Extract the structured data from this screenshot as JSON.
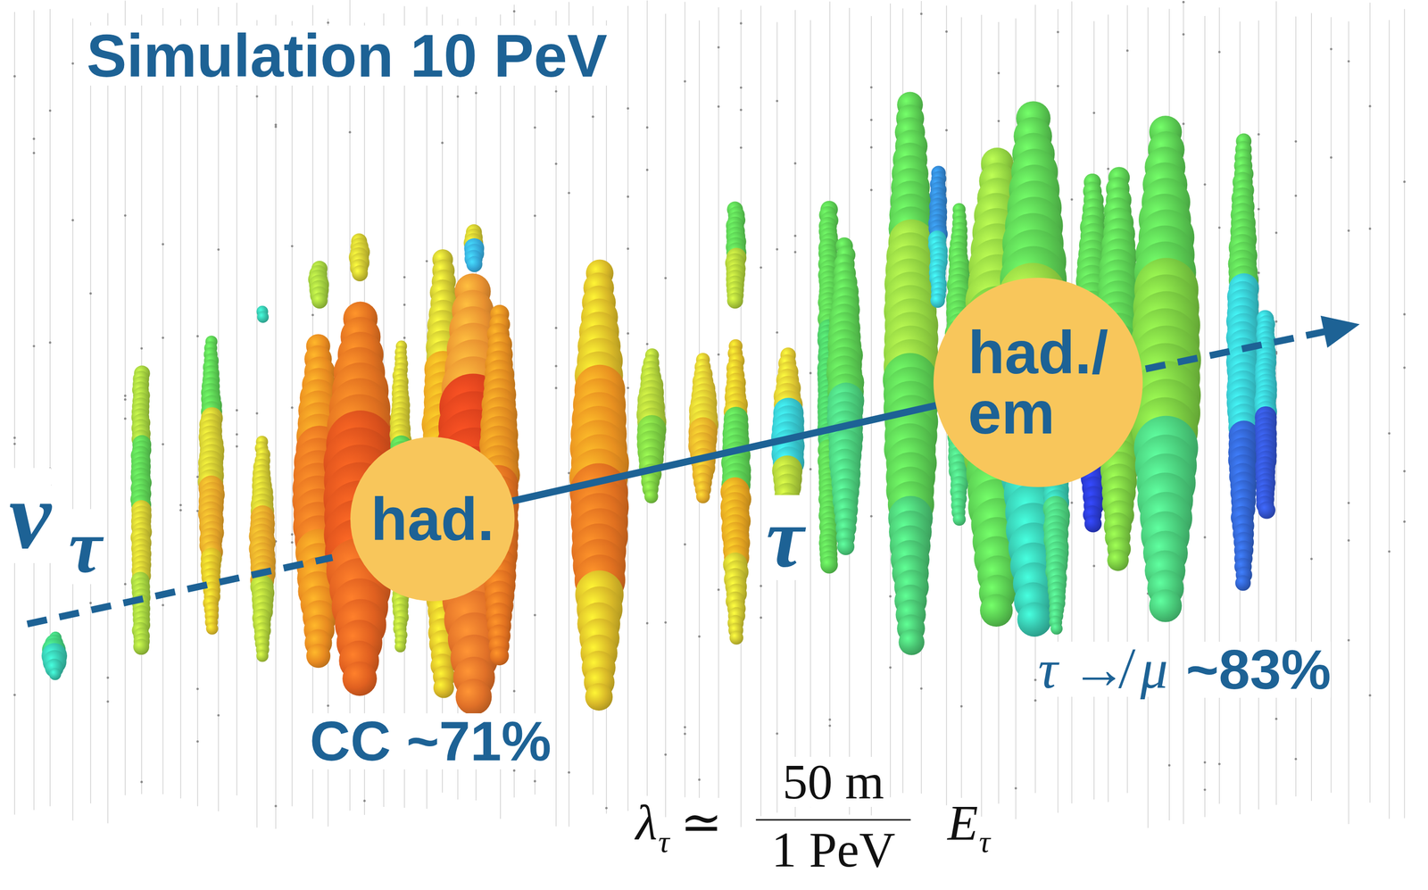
{
  "diagram": {
    "title": "Simulation 10 PeV",
    "nodes": [
      {
        "text": [
          "had."
        ]
      },
      {
        "text": [
          "had./ em"
        ]
      }
    ],
    "edges": [
      {
        "from": 0,
        "to": 1,
        "arrow": "none",
        "label": "τ"
      }
    ],
    "labels": [
      "ν",
      "τ",
      "CC ~71%",
      "τ ↛ μ",
      "~83%",
      "λ",
      "τ",
      "≃",
      "50 m",
      "1 PeV",
      "E",
      "τ"
    ]
  }
}
